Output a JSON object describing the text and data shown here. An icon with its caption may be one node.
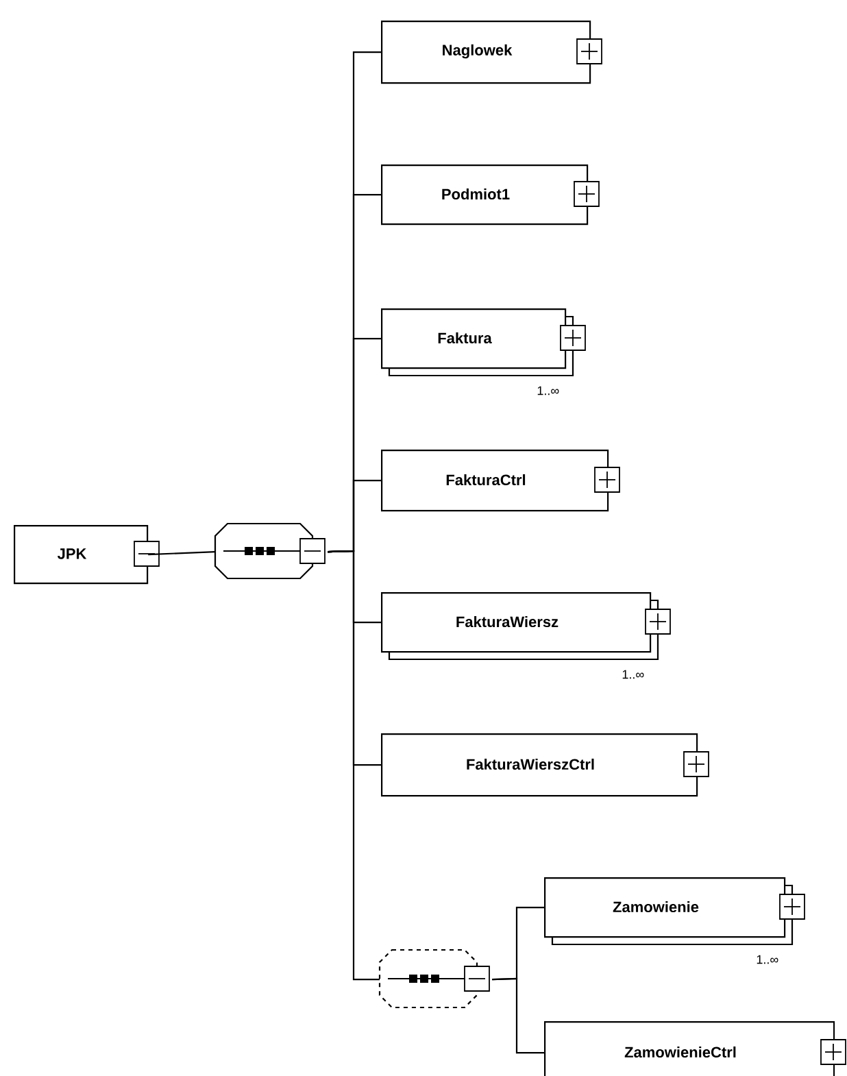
{
  "diagram": {
    "nodes": [
      {
        "text": [
          "JPK"
        ]
      },
      {
        "text": [],
        "shape": "octagon"
      },
      {
        "text": [
          "Naglowek"
        ]
      },
      {
        "text": [
          "Podmiot1"
        ]
      },
      {
        "text": [
          "Faktura"
        ],
        "beside": [
          "1..∞"
        ]
      },
      {
        "text": [
          "FakturaCtrl"
        ]
      },
      {
        "text": [
          "FakturaWiersz"
        ],
        "beside": [
          "1..∞"
        ]
      },
      {
        "text": [
          "FakturaWierszCtrl"
        ]
      },
      {
        "text": [],
        "shape": "dashed-octagon"
      },
      {
        "text": [
          "Zamowienie"
        ],
        "beside": [
          "1..∞"
        ]
      },
      {
        "text": [
          "ZamowienieCtrl"
        ]
      }
    ],
    "edges": [
      {
        "from": 0,
        "to": 1,
        "arrow": "none"
      },
      {
        "from": 1,
        "to": 2,
        "arrow": "none"
      },
      {
        "from": 1,
        "to": 3,
        "arrow": "none"
      },
      {
        "from": 1,
        "to": 4,
        "arrow": "none"
      },
      {
        "from": 1,
        "to": 5,
        "arrow": "none"
      },
      {
        "from": 1,
        "to": 6,
        "arrow": "none"
      },
      {
        "from": 1,
        "to": 7,
        "arrow": "none"
      },
      {
        "from": 1,
        "to": 8,
        "arrow": "none"
      },
      {
        "from": 8,
        "to": 9,
        "arrow": "none"
      },
      {
        "from": 8,
        "to": 10,
        "arrow": "none"
      }
    ]
  }
}
